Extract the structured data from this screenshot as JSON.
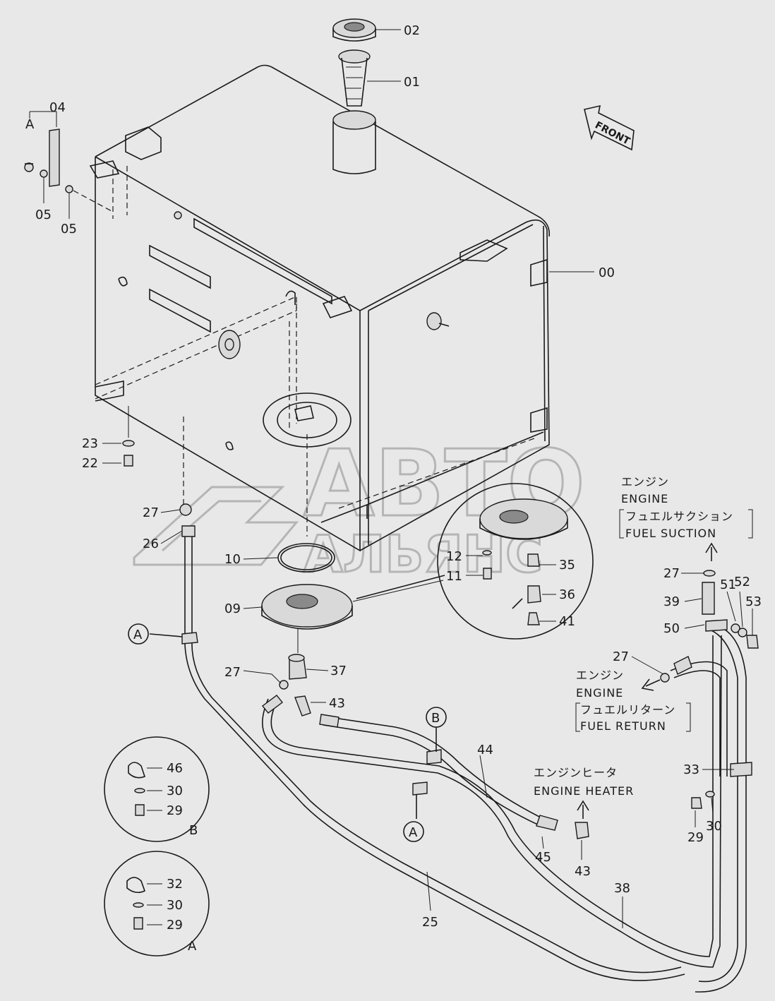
{
  "callouts": {
    "c00": "00",
    "c01": "01",
    "c02": "02",
    "c04": "04",
    "c05a": "05",
    "c05b": "05",
    "c09": "09",
    "c10": "10",
    "c11": "11",
    "c12": "12",
    "c22": "22",
    "c23": "23",
    "c25": "25",
    "c26": "26",
    "c27a": "27",
    "c27b": "27",
    "c27c": "27",
    "c27d": "27",
    "c29a": "29",
    "c29b": "29",
    "c29c": "29",
    "c30a": "30",
    "c30b": "30",
    "c30c": "30",
    "c32": "32",
    "c33": "33",
    "c35": "35",
    "c36": "36",
    "c37": "37",
    "c38": "38",
    "c39": "39",
    "c41": "41",
    "c43a": "43",
    "c43b": "43",
    "c44": "44",
    "c45": "45",
    "c46": "46",
    "c50": "50",
    "c51": "51",
    "c52": "52",
    "c53": "53"
  },
  "refs": {
    "a1": "A",
    "a2": "A",
    "a3": "A",
    "a4": "A",
    "b1": "B",
    "b2": "B"
  },
  "front_arrow": "FRONT",
  "captions": {
    "suction_jp1": "エンジン",
    "suction_en1": "ENGINE",
    "suction_jp2": "フュエルサクション",
    "suction_en2": "FUEL SUCTION",
    "return_jp1": "エンジン",
    "return_en1": "ENGINE",
    "return_jp2": "フュエルリターン",
    "return_en2": "FUEL RETURN",
    "heater_jp": "エンジンヒータ",
    "heater_en": "ENGINE HEATER"
  },
  "watermark": {
    "line1": "АВТО",
    "line2": "АЛЬЯНС"
  },
  "colors": {
    "background": "#e8e8e8",
    "ink": "#1a1a1a",
    "watermark": "#b0b0b0"
  }
}
